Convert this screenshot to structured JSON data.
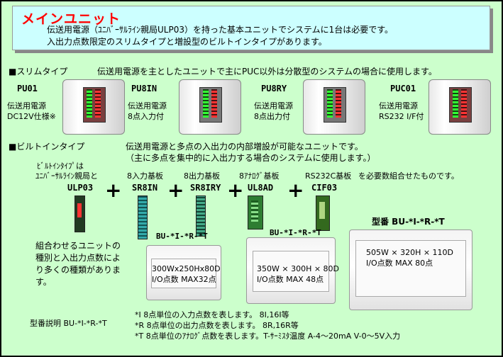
{
  "header": {
    "title": "メインユニット",
    "line1": "伝送用電源（ﾕﾆﾊﾞｰｻﾙﾗｲﾝ親局ULP03）を持った基本ユニットでシステムに1台は必要です。",
    "line2": "入出力点数限定のスリムタイプと増設型のビルトインタイプがあります。"
  },
  "slim": {
    "heading": "■スリムタイプ",
    "description": "伝送用電源を主としたユニットで主にPUC以外は分散型のシステムの場合に使用します。",
    "units": [
      {
        "code": "PU01",
        "line1": "伝送用電源",
        "line2": "DC12V仕様※"
      },
      {
        "code": "PU8IN",
        "line1": "伝送用電源",
        "line2": "8点入力付"
      },
      {
        "code": "PU8RY",
        "line1": "伝送用電源",
        "line2": "8点出力付"
      },
      {
        "code": "PUC01",
        "line1": "伝送用電源",
        "line2": "RS232 I/F付"
      }
    ]
  },
  "builtin": {
    "heading": "■ビルトインタイプ",
    "description1": "伝送用電源と多点の入出力の内部増設が可能なユニットです。",
    "description2": "（主に多点を集中的に入出力する場合のシステムに使用します。）",
    "base_label1": "ﾋﾞﾙﾄｲﾝﾀｲﾌﾟは",
    "base_label2": "ﾕﾆﾊﾞｰｻﾙﾗｲﾝ親局と",
    "base_code": "ULP03",
    "boards": [
      {
        "label": "8入力基板",
        "code": "SR8IN"
      },
      {
        "label": "8出力基板",
        "code": "SR8IRY"
      },
      {
        "label": "8ｱﾅﾛｸﾞ基板",
        "code": "UL8AD"
      },
      {
        "label": "RS232C基板",
        "code": "CIF03"
      }
    ],
    "suffix": "を必要数組合せたものです。",
    "note_line1": "組合わせるユニットの",
    "note_line2": "種別と入出力点数によ",
    "note_line3": "り多くの種類がありま",
    "note_line4": "す。"
  },
  "models": [
    {
      "title": "BU-*I-*R-*T",
      "size": "300Wx250Hx80D",
      "points": "I/O点数 MAX32点"
    },
    {
      "title": "BU-*I-*R-*T",
      "size": "350W × 300H × 80D",
      "points": "I/O点数 MAX 48点"
    },
    {
      "title": "型番 BU-*I-*R-*T",
      "size": "505W × 320H × 110D",
      "points": "I/O点数 MAX 80点"
    }
  ],
  "legend": {
    "label": "型番説明 BU-*I-*R-*T",
    "line1": "*I 8点単位の入力点数を表します。 8I,16I等",
    "line2": "*R 8点単位の出力点数を表します。 8R,16R等",
    "line3": "*T 8点単位のｱﾅﾛｸﾞ点数を表します。T-ｻｰﾐｽﾀ温度 A-4～20mA V-0～5V入力"
  },
  "plus_sign": "+",
  "colors": {
    "background": "#ccffcc",
    "header_bg": "#ccffff",
    "title": "#ff0000"
  }
}
